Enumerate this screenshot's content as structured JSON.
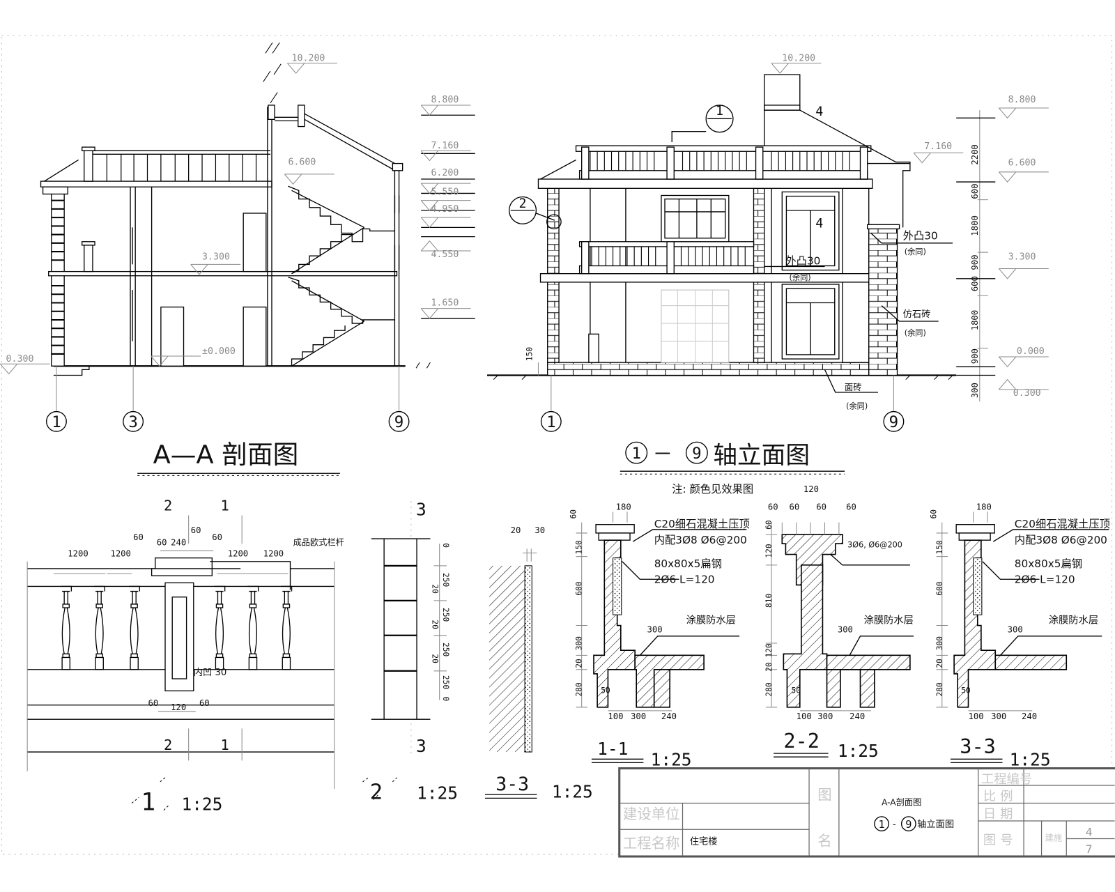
{
  "section_aa": {
    "title": "A—A 剖面图",
    "levels": {
      "l10200": "10.200",
      "l8800": "8.800",
      "l7160": "7.160",
      "l6600": "6.600",
      "l6200": "6.200",
      "l5550": "5.550",
      "l4950": "4.950",
      "l4550": "4.550",
      "l3300": "3.300",
      "l1650": "1.650",
      "l0000": "±0.000",
      "lm300": "0.300"
    },
    "axes": [
      "1",
      "3",
      "9"
    ]
  },
  "elevation": {
    "title_axis_start": "1",
    "title_dash": "－",
    "title_axis_end": "9",
    "title_text": "轴立面图",
    "levels": {
      "l10200": "10.200",
      "l8800": "8.800",
      "l7160": "7.160",
      "l6600": "6.600",
      "l3300": "3.300",
      "l0000": "0.000",
      "lm300": "0.300"
    },
    "dims": [
      "2200",
      "600",
      "1800",
      "900",
      "600",
      "1800",
      "900",
      "300"
    ],
    "plinth_dim": "150",
    "axes": [
      "1",
      "9"
    ],
    "callout_1": "1",
    "callout_2": "2",
    "window_tag": "4",
    "roof_tag": "4",
    "notes": {
      "outset_a": "外凸30",
      "same_a": "(余同)",
      "outset_b": "外凸30",
      "same_b": "(余同)",
      "stone": "仿石砖",
      "same_c": "(余同)",
      "tile": "面砖",
      "same_d": "(余同)"
    },
    "color_note": "注: 颜色见效果图"
  },
  "railing_detail": {
    "label": "1",
    "scale": "1:25",
    "cut_2": "2",
    "cut_1": "1",
    "dims_top": [
      "1200",
      "1200",
      "60",
      "60",
      "240",
      "60",
      "60",
      "1200",
      "1200"
    ],
    "dims_bottom": [
      "60",
      "120",
      "60"
    ],
    "product_note": "成品欧式栏杆",
    "recess_note": "内凹 30"
  },
  "detail_2": {
    "label": "2",
    "scale": "1:25",
    "cut": "3",
    "dims": [
      "0",
      "250",
      "20",
      "250",
      "20",
      "250",
      "20",
      "250",
      "0"
    ]
  },
  "detail_3_3_small": {
    "label": "3-3",
    "scale": "1:25",
    "dims": [
      "20",
      "30"
    ]
  },
  "section_details": [
    {
      "label": "1-1",
      "scale": "1:25",
      "top_dim": "180",
      "v_dims": [
        "60",
        "150",
        "600",
        "300",
        "20",
        "280"
      ],
      "bottom_dims": [
        "100",
        "300",
        "240"
      ],
      "inner_dims": [
        "300",
        "50"
      ],
      "notes": [
        "C20细石混凝土压顶",
        "内配3Ø8 Ø6@200",
        "80x80x5扁钢",
        "2Ø6 L=120",
        "涂膜防水层"
      ]
    },
    {
      "label": "2-2",
      "scale": "1:25",
      "top_dims": [
        "120",
        "60",
        "60",
        "60",
        "60"
      ],
      "v_dims": [
        "60",
        "120",
        "810",
        "120",
        "20",
        "280"
      ],
      "bottom_dims": [
        "100",
        "300",
        "240"
      ],
      "inner_dims": [
        "300",
        "50"
      ],
      "notes": [
        "3Ø6, Ø6@200",
        "涂膜防水层"
      ]
    },
    {
      "label": "3-3",
      "scale": "1:25",
      "top_dim": "180",
      "v_dims": [
        "60",
        "150",
        "600",
        "300",
        "20",
        "280"
      ],
      "bottom_dims": [
        "100",
        "300",
        "240"
      ],
      "inner_dims": [
        "300",
        "50"
      ],
      "notes": [
        "C20细石混凝土压顶",
        "内配3Ø8 Ø6@200",
        "80x80x5扁钢",
        "2Ø6 L=120",
        "涂膜防水层"
      ]
    }
  ],
  "title_block": {
    "owner_label": "建设单位",
    "owner_value": "",
    "project_label": "工程名称",
    "project_value": "住宅楼",
    "drawing_label_1": "图",
    "drawing_label_2": "名",
    "drawing_name_1": "A-A剖面图",
    "drawing_name_2_start": "1",
    "drawing_name_2_dash": "-",
    "drawing_name_2_end": "9",
    "drawing_name_2_text": "轴立面图",
    "project_no_label": "工程编号",
    "scale_label": "比  例",
    "date_label": "日  期",
    "sheet_no_label": "图  号",
    "discipline": "建施",
    "sheet_no": "4",
    "sheet_total": "7"
  }
}
